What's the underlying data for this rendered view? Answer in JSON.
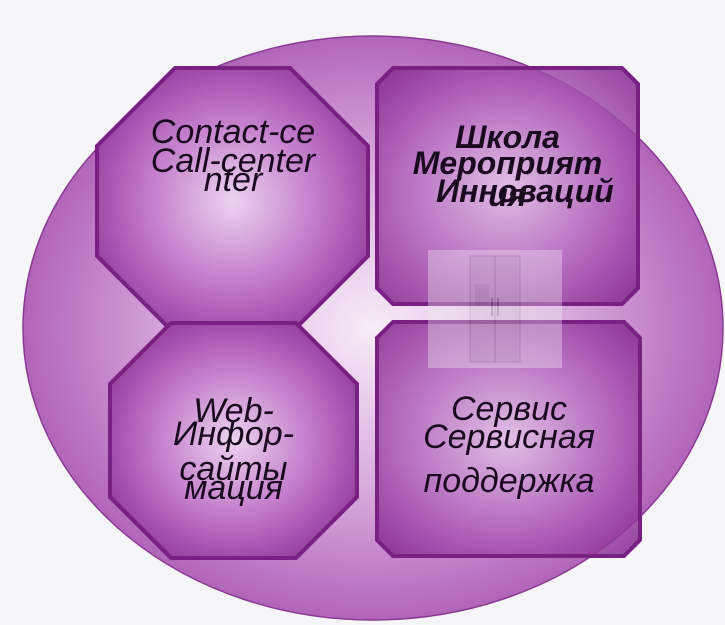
{
  "colors": {
    "circle_fill_center": "#f4e6f6",
    "circle_fill_edge": "#a955b0",
    "circle_stroke": "#8a3a92",
    "shape_fill_center": "#e8c9ec",
    "shape_fill_edge": "#8b2f95",
    "shape_stroke": "#7a1f84"
  },
  "quadrants": {
    "top_left": {
      "label_a_line1": "Contact-ce",
      "label_a_line2": "nter",
      "label_b": "Call-center"
    },
    "top_right": {
      "label_a": "Школа",
      "label_b_line1": "Мероприятия",
      "label_c": "Инноваций"
    },
    "bottom_left": {
      "label_a": "Web-",
      "label_b_line1": "Инфор-",
      "label_b_line2": "мация",
      "label_c": "сайты"
    },
    "bottom_right": {
      "label_a": "Сервис",
      "label_b": "Сервисная",
      "label_c": "поддержка"
    }
  }
}
